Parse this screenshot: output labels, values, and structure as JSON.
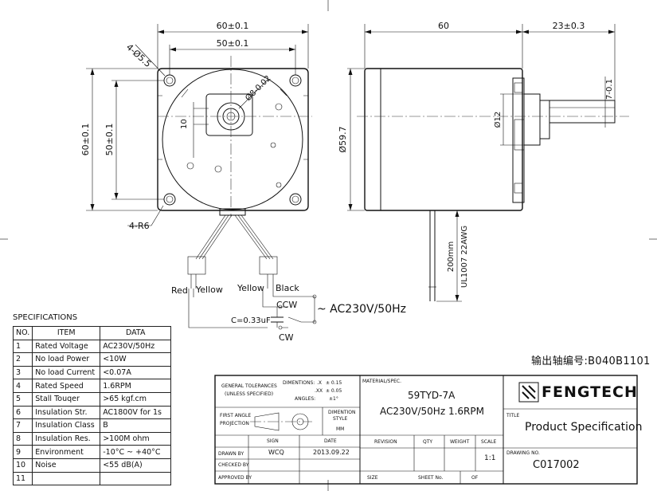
{
  "front_view": {
    "dim_width_outer": "60±0.1",
    "dim_width_holes": "50±0.1",
    "dim_height_outer": "60±0.1",
    "dim_height_holes": "50±0.1",
    "hole_label": "4-Ø5.5",
    "corner_label": "4-R6",
    "shaft_label": "Ø8-0.02",
    "flat_label": "10"
  },
  "side_view": {
    "dim_length": "60",
    "dim_shaft_length": "23±0.3",
    "dim_shaft_flat": "7-0.1",
    "dim_diameter": "Ø59.7",
    "dim_boss": "Ø12",
    "lead_length": "200mm",
    "lead_spec": "UL1007 22AWG"
  },
  "wiring": {
    "wire_red": "Red",
    "wire_yellow_1": "Yellow",
    "wire_yellow_2": "Yellow",
    "wire_black": "Black",
    "ccw": "CCW",
    "cw": "CW",
    "capacitor": "C=0.33uF",
    "supply": "~ AC230V/50Hz"
  },
  "part_code": "输出轴编号:B040B1101",
  "specifications": {
    "title": "SPECIFICATIONS",
    "headers": [
      "NO.",
      "ITEM",
      "DATA"
    ],
    "rows": [
      [
        "1",
        "Rated Voltage",
        "AC230V/50Hz"
      ],
      [
        "2",
        "No load Power",
        "<10W"
      ],
      [
        "3",
        "No load Current",
        "<0.07A"
      ],
      [
        "4",
        "Rated Speed",
        "1.6RPM"
      ],
      [
        "5",
        "Stall Touqer",
        ">65 kgf.cm"
      ],
      [
        "6",
        "Insulation Str.",
        "AC1800V for 1s"
      ],
      [
        "7",
        "Insulation Class",
        "B"
      ],
      [
        "8",
        "Insulation Res.",
        ">100M ohm"
      ],
      [
        "9",
        "Environment",
        "-10°C ~ +40°C"
      ],
      [
        "10",
        "Noise",
        "<55 dB(A)"
      ],
      [
        "11",
        "",
        ""
      ]
    ]
  },
  "title_block": {
    "tolerances_label_1": "GENERAL TOLERANCES",
    "tolerances_label_2": "(UNLESS SPECIFIED)",
    "dimentions_label": "DIMENTIONS:",
    "tol_x": ".X",
    "tol_x_val": "± 0.15",
    "tol_xx": ".XX",
    "tol_xx_val": "± 0.05",
    "angles_label": "ANGLES:",
    "angles_val": "±1°",
    "projection_1": "FIRST ANGLE",
    "projection_2": "PROJECTION",
    "dimention_style_1": "DIMENTION",
    "dimention_style_2": "STYLE",
    "dimention_unit": "MM",
    "material_label": "MATERIAL/SPEC.",
    "model": "59TYD-7A",
    "model_spec": "AC230V/50Hz 1.6RPM",
    "company": "FENGTECH",
    "title_label": "TITLE",
    "title": "Product Specification",
    "sign_label": "SIGN",
    "date_label": "DATE",
    "drawn_by_label": "DRAWN BY",
    "drawn_by": "WCQ",
    "drawn_date": "2013.09.22",
    "checked_by_label": "CHECKED BY",
    "approved_by_label": "APPROVED BY",
    "revision_label": "REVISION",
    "qty_label": "QTY",
    "weight_label": "WEIGHT",
    "scale_label": "SCALE",
    "scale": "1:1",
    "size_label": "SIZE",
    "sheet_label": "SHEET No.",
    "of_label": "OF",
    "drawing_no_label": "DRAWING NO.",
    "drawing_no": "C017002"
  }
}
